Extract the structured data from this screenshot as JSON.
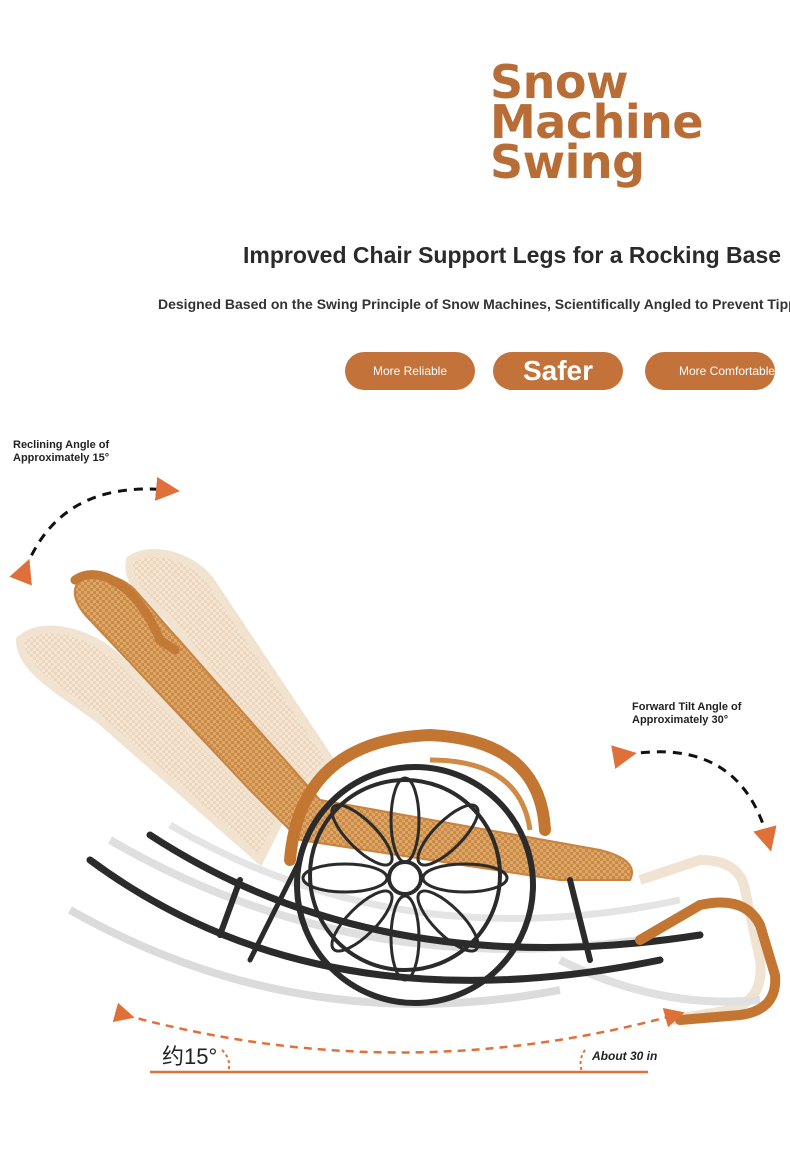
{
  "header": {
    "title_lines": [
      "Snow",
      "Machine",
      "Swing"
    ],
    "subtitle": "Improved Chair Support Legs for a Rocking Base",
    "description": "Designed Based on the Swing Principle of Snow Machines, Scientifically Angled to Prevent Tipp"
  },
  "features": [
    {
      "label": "More Reliable"
    },
    {
      "label": "Safer"
    },
    {
      "label": "More Comfortable"
    }
  ],
  "annotations": {
    "recline_line1": "Reclining Angle of",
    "recline_line2": "Approximately 15°",
    "forward_line1": "Forward Tilt Angle of",
    "forward_line2": "Approximately 30°",
    "base_angle": "约15°",
    "length": "About 30 in"
  },
  "colors": {
    "brand": "#b96d36",
    "pill": "#c3733a",
    "arrow": "#e0703a",
    "frame": "#2b2b2b",
    "weave": "#d9a05c"
  }
}
